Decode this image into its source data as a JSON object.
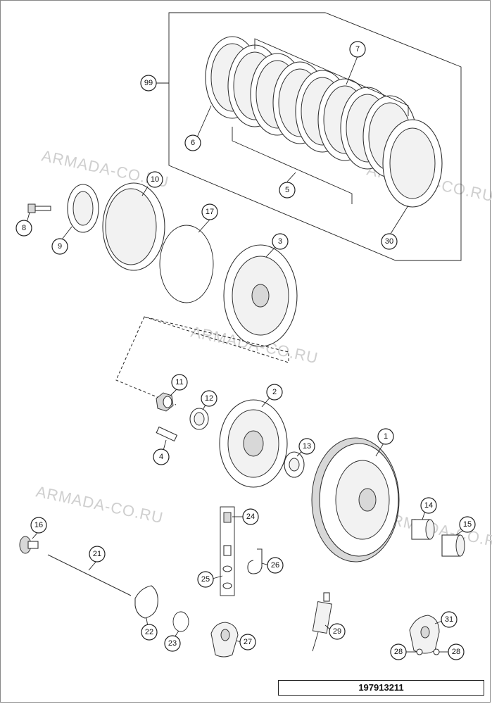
{
  "diagram": {
    "drawing_number": "197913211",
    "watermark_text": "ARMADA-CO.RU",
    "line_color": "#333333",
    "callouts": [
      "99",
      "7",
      "6",
      "5",
      "30",
      "10",
      "17",
      "8",
      "9",
      "3",
      "11",
      "12",
      "2",
      "4",
      "13",
      "1",
      "14",
      "15",
      "24",
      "16",
      "21",
      "26",
      "25",
      "22",
      "23",
      "27",
      "29",
      "31",
      "28"
    ]
  }
}
